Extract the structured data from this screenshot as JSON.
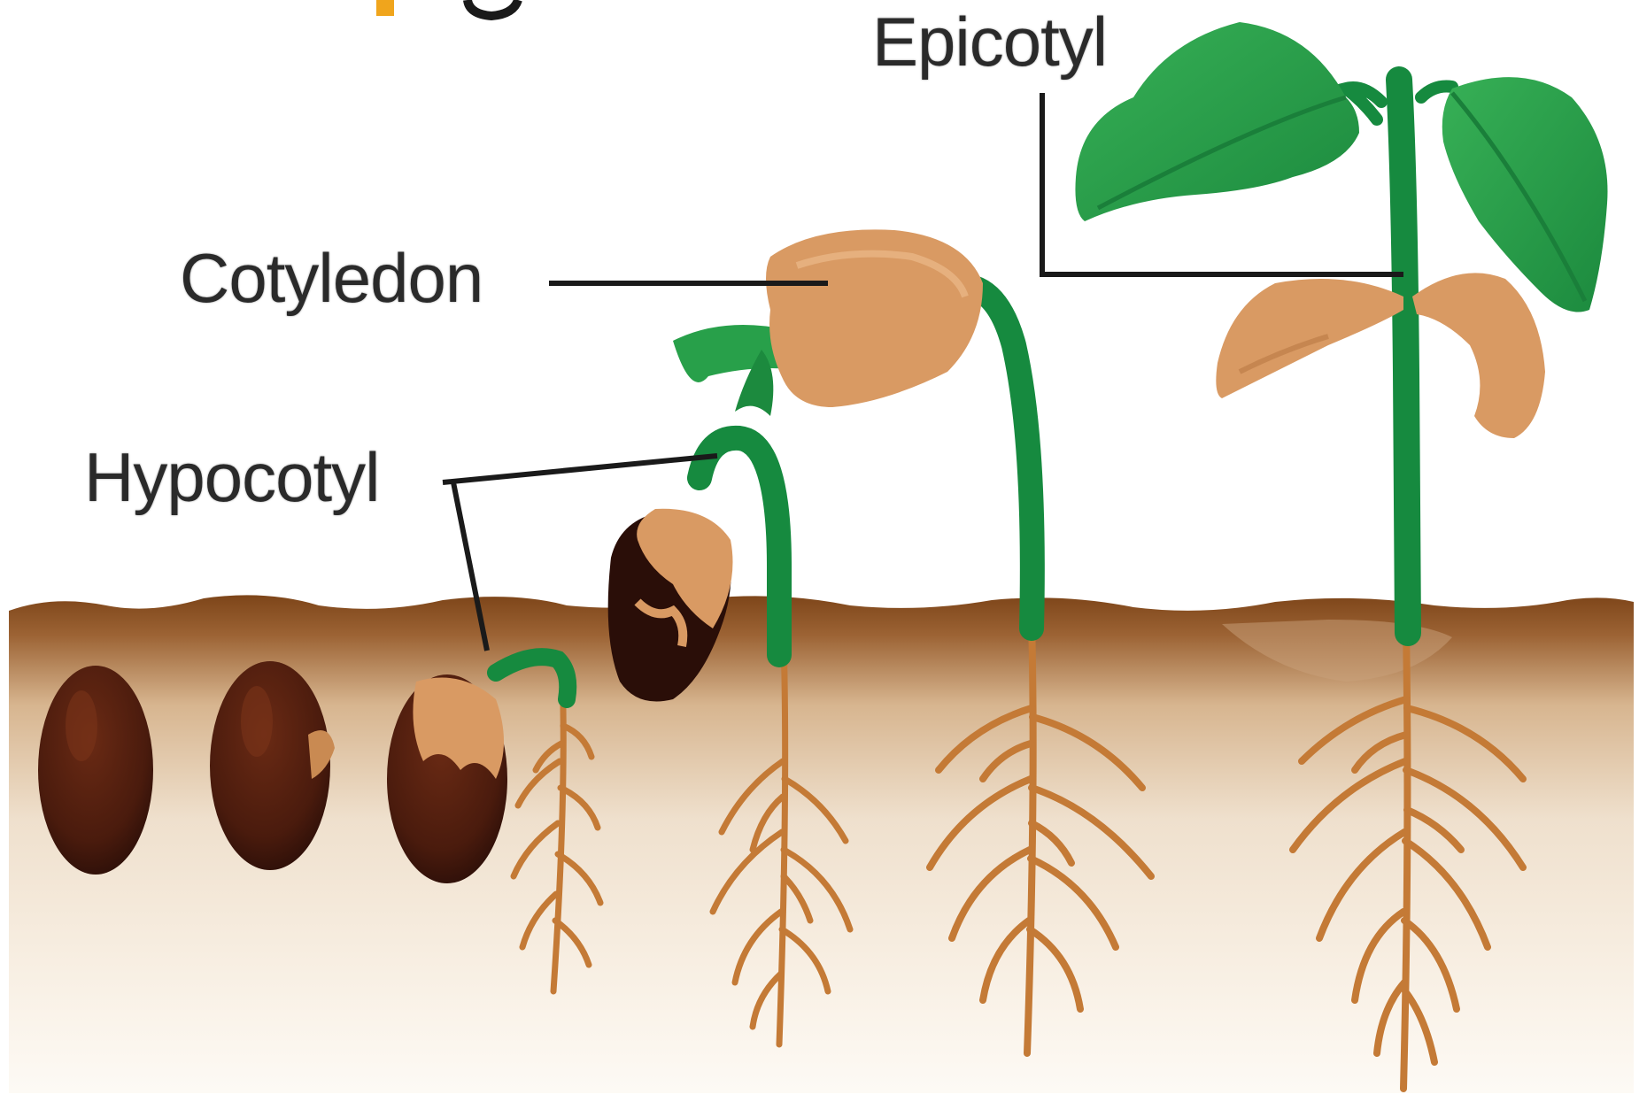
{
  "labels": {
    "epicotyl": "Epicotyl",
    "cotyledon": "Cotyledon",
    "hypocotyl": "Hypocotyl"
  },
  "colors": {
    "soil_top": "#8a4f1f",
    "soil_bottom": "#fbf7f1",
    "seed_coat": "#4a1b0d",
    "seed_dark": "#2a0e08",
    "cotyledon": "#d99a63",
    "stem": "#168a3f",
    "leaf": "#28a04a",
    "root": "#c47a36",
    "line": "#1a1a1a"
  }
}
